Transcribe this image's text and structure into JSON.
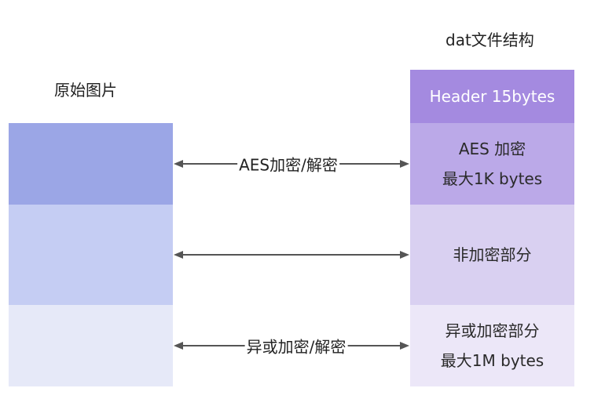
{
  "left_title": "原始图片",
  "right_title": "dat文件结构",
  "left_blocks": [
    {
      "color": "#9ba6e6"
    },
    {
      "color": "#c5cdf3"
    },
    {
      "color": "#e6e9f8"
    }
  ],
  "right_blocks": [
    {
      "lines": [
        "Header 15bytes"
      ],
      "color": "#a48ae0",
      "text_color": "#ffffff"
    },
    {
      "lines": [
        "AES 加密",
        "最大1K bytes"
      ],
      "color": "#bba9e8",
      "text_color": "#2a2a2a"
    },
    {
      "lines": [
        "非加密部分"
      ],
      "color": "#d9d0f1",
      "text_color": "#2a2a2a"
    },
    {
      "lines": [
        "异或加密部分",
        "最大1M bytes"
      ],
      "color": "#ece7f8",
      "text_color": "#2a2a2a"
    }
  ],
  "arrows": [
    {
      "label": "AES加密/解密"
    },
    {
      "label": ""
    },
    {
      "label": "异或加密/解密"
    }
  ],
  "arrow_color": "#555555"
}
